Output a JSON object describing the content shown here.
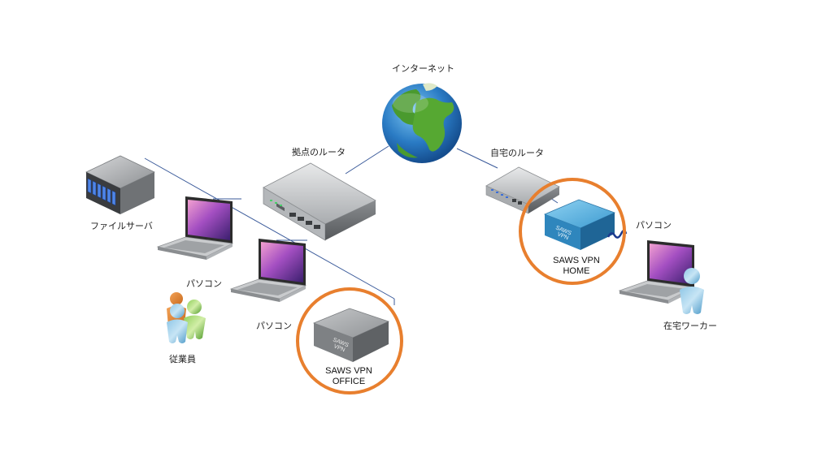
{
  "labels": {
    "internet": "インターネット",
    "base_router": "拠点のルータ",
    "home_router": "自宅のルータ",
    "file_server": "ファイルサーバ",
    "pc_left": "パソコン",
    "pc_mid": "パソコン",
    "pc_home": "パソコン",
    "employees": "従業員",
    "home_worker": "在宅ワーカー"
  },
  "vpn_office": {
    "box_text_1": "SAWS",
    "box_text_2": "VPN",
    "line1": "SAWS VPN",
    "line2": "OFFICE"
  },
  "vpn_home": {
    "box_text_1": "SAWS",
    "box_text_2": "VPN",
    "line1": "SAWS VPN",
    "line2": "HOME"
  },
  "colors": {
    "highlight_ring": "#e87f2e",
    "connector_line": "#3a5a9a",
    "office_box": "#8f9397",
    "home_box": "#3a8fc4"
  },
  "icons": [
    "globe-icon",
    "router-icon",
    "server-icon",
    "laptop-icon",
    "person-icon",
    "vpn-box-icon"
  ]
}
